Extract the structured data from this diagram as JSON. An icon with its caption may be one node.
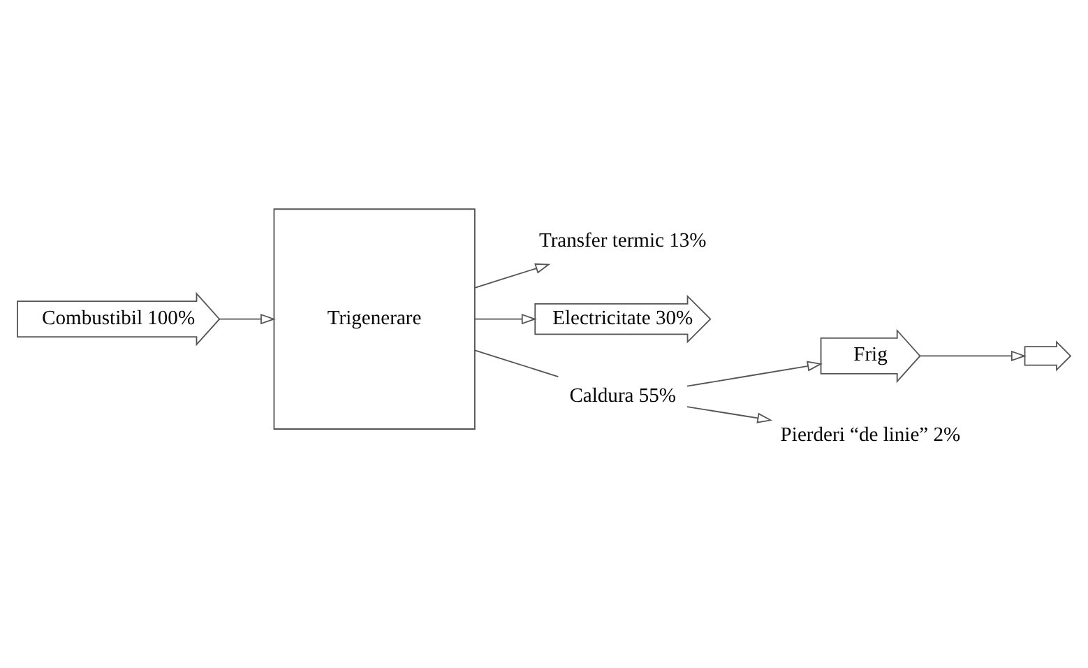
{
  "diagram": {
    "nodes": [
      {
        "text": [
          "Combustibil 100%"
        ]
      },
      {
        "text": [
          "Trigenerare"
        ]
      },
      {
        "text": [
          "Transfer termic 13%"
        ]
      },
      {
        "text": [
          "Electricitate 30%"
        ]
      },
      {
        "text": [
          "Caldura 55%"
        ]
      },
      {
        "text": [
          "Frig"
        ]
      },
      {
        "text": [
          "Pierderi “de linie” 2%"
        ]
      },
      {
        "text": [],
        "shape": "arrow"
      }
    ],
    "edges": [
      {
        "from": 0,
        "to": 1,
        "arrow": "to"
      },
      {
        "from": 1,
        "to": 2,
        "arrow": "to"
      },
      {
        "from": 1,
        "to": 3,
        "arrow": "to"
      },
      {
        "from": 1,
        "to": 4,
        "arrow": "none"
      },
      {
        "from": 4,
        "to": 5,
        "arrow": "to"
      },
      {
        "from": 4,
        "to": 6,
        "arrow": "to"
      },
      {
        "from": 5,
        "to": 7,
        "arrow": "to"
      }
    ]
  }
}
